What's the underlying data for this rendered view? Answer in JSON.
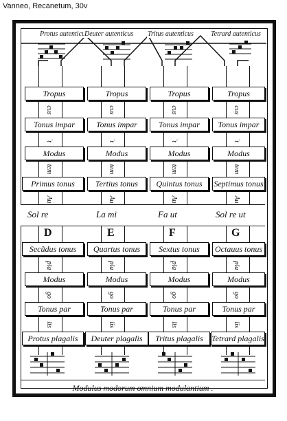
{
  "caption": "Vanneo, Recanetum, 30v",
  "columns": [
    {
      "head": "Protus autenticus",
      "tropus": "Tropus",
      "v1": "cus",
      "tonus_impar": "Tonus impar",
      "v2": "`t",
      "modus": "Modus",
      "v3": "tem",
      "tonus": "Primus tonus",
      "v4": "Au",
      "solmization": "Sol re",
      "letter": "D",
      "tonus_low": "Secũdus tonus",
      "v5": "pla",
      "modus_low": "Modus",
      "v6": "go",
      "tonus_par": "Tonus par",
      "v7": "lis",
      "plagalis": "Protus plagalis"
    },
    {
      "head": "Deuter autenticus",
      "tropus": "Tropus",
      "v1": "cus",
      "tonus_impar": "Tonus impar",
      "v2": "`t",
      "modus": "Modus",
      "v3": "tem",
      "tonus": "Tertius tonus",
      "v4": "Au",
      "solmization": "La mi",
      "letter": "E",
      "tonus_low": "Quartus tonus",
      "v5": "pla",
      "modus_low": "Modus",
      "v6": "go",
      "tonus_par": "Tonus par",
      "v7": "lis",
      "plagalis": "Deuter plagalis"
    },
    {
      "head": "Tritus autenticus",
      "tropus": "Tropus",
      "v1": "cus",
      "tonus_impar": "Tonus impar",
      "v2": "`t",
      "modus": "Modus",
      "v3": "tem",
      "tonus": "Quintus tonus",
      "v4": "Au",
      "solmization": "Fa ut",
      "letter": "F",
      "tonus_low": "Sextus tonus",
      "v5": "pla",
      "modus_low": "Modus",
      "v6": "go",
      "tonus_par": "Tonus par",
      "v7": "lis",
      "plagalis": "Tritus plagalis"
    },
    {
      "head": "Tetrard autenticus",
      "tropus": "Tropus",
      "v1": "cus",
      "tonus_impar": "Tonus impar",
      "v2": "`t",
      "modus": "Modus",
      "v3": "tem",
      "tonus": "Septimus tonus",
      "v4": "Au",
      "solmization": "Sol re ut",
      "letter": "G",
      "tonus_low": "Octauus tonus",
      "v5": "pla",
      "modus_low": "Modus",
      "v6": "go",
      "tonus_par": "Tonus par",
      "v7": "lis",
      "plagalis": "Tetrard plagalis"
    }
  ],
  "footer": "Modulus modorum omnium modulantium ."
}
